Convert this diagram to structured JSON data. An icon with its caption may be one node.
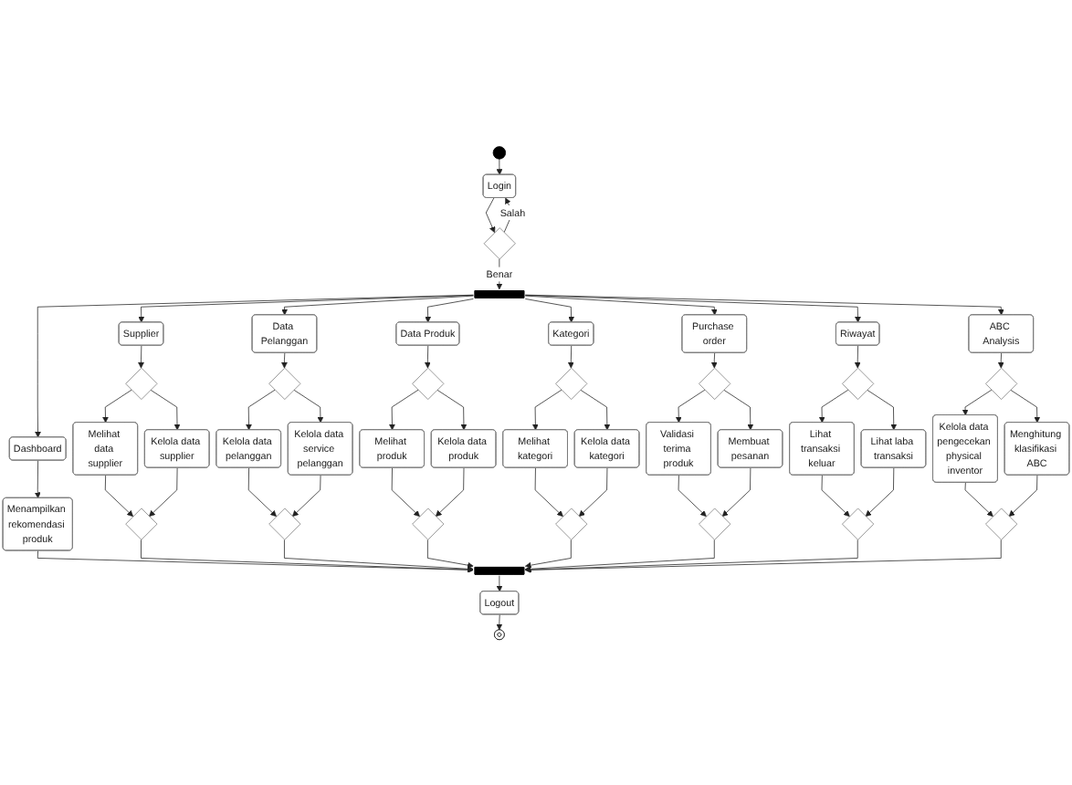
{
  "diagram": {
    "nodes": [
      {
        "text": [],
        "shape": "circle"
      },
      {
        "text": [
          "Login"
        ]
      },
      {
        "text": [],
        "shape": "diamond"
      },
      {
        "text": [],
        "shape": "bar"
      },
      {
        "text": [
          "Dashboard"
        ]
      },
      {
        "text": [
          "Supplier"
        ]
      },
      {
        "text": [
          "Data Pelanggan"
        ]
      },
      {
        "text": [
          "Data Produk"
        ]
      },
      {
        "text": [
          "Kategori"
        ]
      },
      {
        "text": [
          "Purchase order"
        ]
      },
      {
        "text": [
          "Riwayat"
        ]
      },
      {
        "text": [
          "ABC Analysis"
        ]
      },
      {
        "text": [
          "Menampilkan rekomendasi produk"
        ]
      },
      {
        "text": [],
        "shape": "diamond"
      },
      {
        "text": [
          "Melihat data supplier"
        ]
      },
      {
        "text": [
          "Kelola data supplier"
        ]
      },
      {
        "text": [],
        "shape": "diamond"
      },
      {
        "text": [],
        "shape": "diamond"
      },
      {
        "text": [
          "Kelola data pelanggan"
        ]
      },
      {
        "text": [
          "Kelola data service pelanggan"
        ]
      },
      {
        "text": [],
        "shape": "diamond"
      },
      {
        "text": [],
        "shape": "diamond"
      },
      {
        "text": [
          "Melihat produk"
        ]
      },
      {
        "text": [
          "Kelola data produk"
        ]
      },
      {
        "text": [],
        "shape": "diamond"
      },
      {
        "text": [],
        "shape": "diamond"
      },
      {
        "text": [
          "Melihat kategori"
        ]
      },
      {
        "text": [
          "Kelola data kategori"
        ]
      },
      {
        "text": [],
        "shape": "diamond"
      },
      {
        "text": [],
        "shape": "diamond"
      },
      {
        "text": [
          "Validasi terima produk"
        ]
      },
      {
        "text": [
          "Membuat pesanan"
        ]
      },
      {
        "text": [],
        "shape": "diamond"
      },
      {
        "text": [],
        "shape": "diamond"
      },
      {
        "text": [
          "Lihat transaksi keluar"
        ]
      },
      {
        "text": [
          "Lihat laba transaksi"
        ]
      },
      {
        "text": [],
        "shape": "diamond"
      },
      {
        "text": [],
        "shape": "diamond"
      },
      {
        "text": [
          "Kelola data pengecekan physical inventor"
        ]
      },
      {
        "text": [
          "Menghitung klasifikasi ABC"
        ]
      },
      {
        "text": [],
        "shape": "diamond"
      },
      {
        "text": [],
        "shape": "bar"
      },
      {
        "text": [
          "Logout"
        ]
      },
      {
        "text": [],
        "shape": "circle"
      }
    ],
    "edges": [
      {
        "from": 0,
        "to": 1,
        "arrow": "to"
      },
      {
        "from": 1,
        "to": 2,
        "arrow": "to"
      },
      {
        "from": 2,
        "to": 1,
        "arrow": "to",
        "label": "Salah"
      },
      {
        "from": 2,
        "to": 3,
        "arrow": "to",
        "label": "Benar"
      },
      {
        "from": 3,
        "to": 4,
        "arrow": "to"
      },
      {
        "from": 3,
        "to": 5,
        "arrow": "to"
      },
      {
        "from": 3,
        "to": 6,
        "arrow": "to"
      },
      {
        "from": 3,
        "to": 7,
        "arrow": "to"
      },
      {
        "from": 3,
        "to": 8,
        "arrow": "to"
      },
      {
        "from": 3,
        "to": 9,
        "arrow": "to"
      },
      {
        "from": 3,
        "to": 10,
        "arrow": "to"
      },
      {
        "from": 3,
        "to": 11,
        "arrow": "to"
      },
      {
        "from": 4,
        "to": 12,
        "arrow": "to"
      },
      {
        "from": 12,
        "to": 41,
        "arrow": "to"
      },
      {
        "from": 5,
        "to": 13,
        "arrow": "to"
      },
      {
        "from": 13,
        "to": 14,
        "arrow": "to"
      },
      {
        "from": 13,
        "to": 15,
        "arrow": "to"
      },
      {
        "from": 14,
        "to": 16,
        "arrow": "to"
      },
      {
        "from": 15,
        "to": 16,
        "arrow": "to"
      },
      {
        "from": 16,
        "to": 41,
        "arrow": "to"
      },
      {
        "from": 6,
        "to": 17,
        "arrow": "to"
      },
      {
        "from": 17,
        "to": 18,
        "arrow": "to"
      },
      {
        "from": 17,
        "to": 19,
        "arrow": "to"
      },
      {
        "from": 18,
        "to": 20,
        "arrow": "to"
      },
      {
        "from": 19,
        "to": 20,
        "arrow": "to"
      },
      {
        "from": 20,
        "to": 41,
        "arrow": "to"
      },
      {
        "from": 7,
        "to": 21,
        "arrow": "to"
      },
      {
        "from": 21,
        "to": 22,
        "arrow": "to"
      },
      {
        "from": 21,
        "to": 23,
        "arrow": "to"
      },
      {
        "from": 22,
        "to": 24,
        "arrow": "to"
      },
      {
        "from": 23,
        "to": 24,
        "arrow": "to"
      },
      {
        "from": 24,
        "to": 41,
        "arrow": "to"
      },
      {
        "from": 8,
        "to": 25,
        "arrow": "to"
      },
      {
        "from": 25,
        "to": 26,
        "arrow": "to"
      },
      {
        "from": 25,
        "to": 27,
        "arrow": "to"
      },
      {
        "from": 26,
        "to": 28,
        "arrow": "to"
      },
      {
        "from": 27,
        "to": 28,
        "arrow": "to"
      },
      {
        "from": 28,
        "to": 41,
        "arrow": "to"
      },
      {
        "from": 9,
        "to": 29,
        "arrow": "to"
      },
      {
        "from": 29,
        "to": 30,
        "arrow": "to"
      },
      {
        "from": 29,
        "to": 31,
        "arrow": "to"
      },
      {
        "from": 30,
        "to": 32,
        "arrow": "to"
      },
      {
        "from": 31,
        "to": 32,
        "arrow": "to"
      },
      {
        "from": 32,
        "to": 41,
        "arrow": "to"
      },
      {
        "from": 10,
        "to": 33,
        "arrow": "to"
      },
      {
        "from": 33,
        "to": 34,
        "arrow": "to"
      },
      {
        "from": 33,
        "to": 35,
        "arrow": "to"
      },
      {
        "from": 34,
        "to": 36,
        "arrow": "to"
      },
      {
        "from": 35,
        "to": 36,
        "arrow": "to"
      },
      {
        "from": 36,
        "to": 41,
        "arrow": "to"
      },
      {
        "from": 11,
        "to": 37,
        "arrow": "to"
      },
      {
        "from": 37,
        "to": 38,
        "arrow": "to"
      },
      {
        "from": 37,
        "to": 39,
        "arrow": "to"
      },
      {
        "from": 38,
        "to": 40,
        "arrow": "to"
      },
      {
        "from": 39,
        "to": 40,
        "arrow": "to"
      },
      {
        "from": 40,
        "to": 41,
        "arrow": "to"
      },
      {
        "from": 41,
        "to": 42,
        "arrow": "to"
      },
      {
        "from": 42,
        "to": 43,
        "arrow": "to"
      }
    ]
  }
}
